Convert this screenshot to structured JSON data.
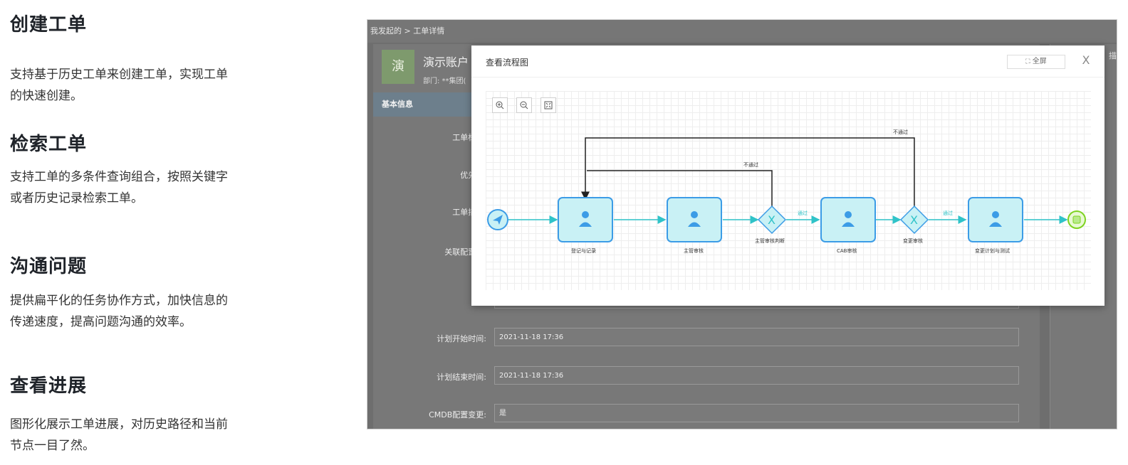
{
  "features": [
    {
      "title": "创建工单",
      "line1": "支持基于历史工单来创建工单，实现工单",
      "line2": "的快速创建。"
    },
    {
      "title": "检索工单",
      "line1": "支持工单的多条件查询组合，按照关键字",
      "line2": "或者历史记录检索工单。"
    },
    {
      "title": "沟通问题",
      "line1": "提供扁平化的任务协作方式，加快信息的",
      "line2": "传递速度，提高问题沟通的效率。"
    },
    {
      "title": "查看进展",
      "line1": "图形化展示工单进展，对历史路径和当前",
      "line2": "节点一目了然。"
    }
  ],
  "screen": {
    "breadcrumb": "我发起的  >  工单详情",
    "avatar_char": "演",
    "account_name": "演示账户",
    "dept": "部门: **集团(",
    "basic_info": "基本信息",
    "right_stub": "描",
    "fields": [
      {
        "label": "工单标题:"
      },
      {
        "label": "优先级:"
      },
      {
        "label": "工单描述:"
      },
      {
        "label": "关联配置项:"
      },
      {
        "label": "计划开始时间:",
        "value": "2021-11-18 17:36"
      },
      {
        "label": "计划结束时间:",
        "value": "2021-11-18 17:36"
      },
      {
        "label": "CMDB配置变更:",
        "value": "是"
      }
    ]
  },
  "modal": {
    "title": "查看流程图",
    "fullscreen": "全屏",
    "close": "X",
    "tools": [
      "zoom-in-icon",
      "zoom-out-icon",
      "fit-icon"
    ]
  },
  "flow": {
    "nodes": [
      "登记与记录",
      "主管审核",
      "主管审核判断",
      "CAB审核",
      "变更审核",
      "变更计划与测试"
    ],
    "edge_labels": {
      "pass1": "通过",
      "pass2": "通过",
      "reject1": "不通过",
      "reject2": "不通过"
    }
  },
  "colors": {
    "accent": "#2fc3c8",
    "task_fill": "#c9f1f5",
    "task_border": "#3c9ce6",
    "end": "#7ed321"
  }
}
